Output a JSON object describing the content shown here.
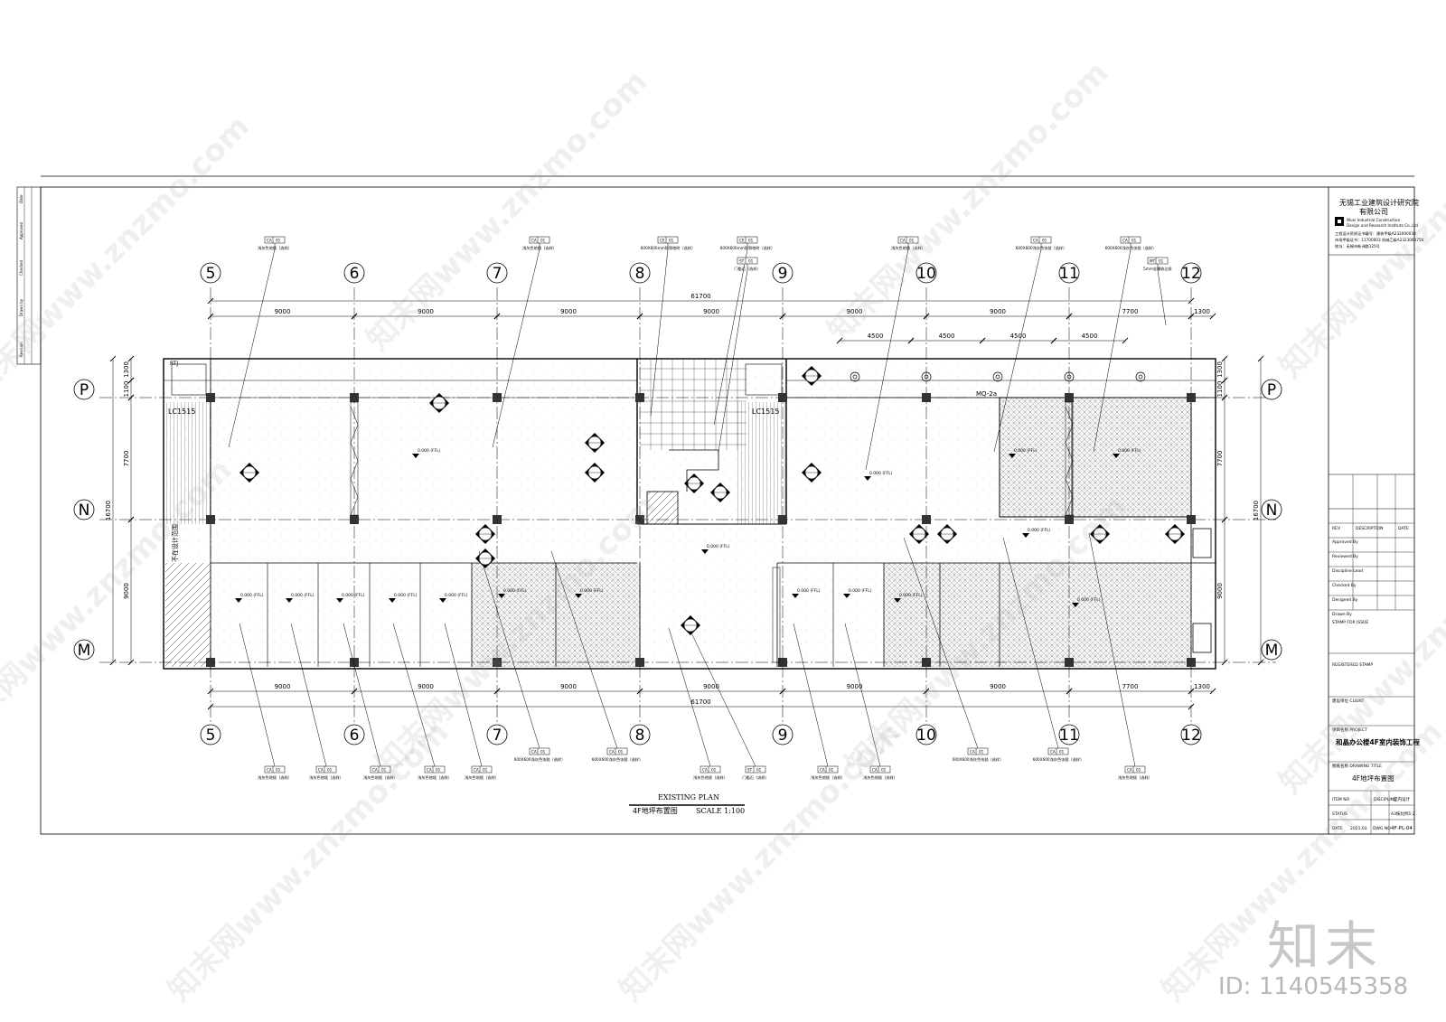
{
  "watermark": {
    "site": "www.znzmo.com",
    "brand": "知末",
    "id_label": "ID: 1140545358",
    "logo_text": "知末网"
  },
  "plan": {
    "title_en": "EXISTING PLAN",
    "title_cn": "4F地坪布置图",
    "scale": "SCALE 1:100",
    "axes_numeric": [
      "5",
      "6",
      "7",
      "8",
      "9",
      "10",
      "11",
      "12"
    ],
    "axes_alpha": [
      "P",
      "N",
      "M"
    ],
    "top_total": "61700",
    "bottom_total": "61700",
    "top_spans": [
      "9000",
      "9000",
      "9000",
      "9000",
      "9000",
      "9000",
      "7700",
      "1300"
    ],
    "bottom_spans": [
      "9000",
      "9000",
      "9000",
      "9000",
      "9000",
      "7700",
      "1300"
    ],
    "sub_spans": [
      "4500",
      "4500",
      "4500",
      "4500"
    ],
    "left_total": "16700",
    "left_spans": [
      "1300",
      "1100",
      "7700",
      "9000"
    ],
    "right_total": "16700",
    "right_spans": [
      "1300",
      "1100",
      "7700",
      "9000"
    ],
    "room_labels": {
      "stair": "LC1515",
      "mq": "MQ-2a",
      "sidebar": "不在设计范围",
      "rtj": "RTJ"
    },
    "levels": [
      "0.000 (FFL)"
    ],
    "callouts_top": [
      {
        "code": "CA",
        "no": "01",
        "desc": "浅灰色地毯（选样）"
      },
      {
        "code": "CA",
        "no": "01",
        "desc": "浅灰色地毯（选样）"
      },
      {
        "code": "CE",
        "no": "01",
        "desc": "600X600mm防滑地砖（选样）"
      },
      {
        "code": "CE",
        "no": "01",
        "desc": "600X600mm防滑地砖（选样）"
      },
      {
        "code": "ST",
        "no": "01",
        "desc": "门槛石（选样）"
      },
      {
        "code": "CA",
        "no": "01",
        "desc": "浅灰色地毯（选样）"
      },
      {
        "code": "CA",
        "no": "01",
        "desc": "600X600浅灰色块毯（选样）"
      },
      {
        "code": "CA",
        "no": "01",
        "desc": "600X600浅灰色块毯（选样）"
      },
      {
        "code": "MT",
        "no": "01",
        "desc": "5mm金属收边条"
      }
    ],
    "callouts_bottom": [
      {
        "code": "CA",
        "no": "01",
        "desc": "浅灰色地毯（选样）"
      },
      {
        "code": "CA",
        "no": "01",
        "desc": "浅灰色地毯（选样）"
      },
      {
        "code": "CA",
        "no": "01",
        "desc": "浅灰色地毯（选样）"
      },
      {
        "code": "CA",
        "no": "01",
        "desc": "浅灰色地毯（选样）"
      },
      {
        "code": "CA",
        "no": "01",
        "desc": "浅灰色地毯（选样）"
      },
      {
        "code": "CA",
        "no": "01",
        "desc": "600X600浅灰色块毯（选样）"
      },
      {
        "code": "CA",
        "no": "01",
        "desc": "600X600浅灰色块毯（选样）"
      },
      {
        "code": "CA",
        "no": "01",
        "desc": "浅灰色地毯（选样）"
      },
      {
        "code": "ST",
        "no": "01",
        "desc": "门槛石（选样）"
      },
      {
        "code": "CA",
        "no": "01",
        "desc": "浅灰色地毯（选样）"
      },
      {
        "code": "CA",
        "no": "01",
        "desc": "浅灰色地毯（选样）"
      },
      {
        "code": "CA",
        "no": "01",
        "desc": "600X600浅灰色块毯（选样）"
      },
      {
        "code": "CA",
        "no": "01",
        "desc": "600X600浅灰色块毯（选样）"
      },
      {
        "code": "CA",
        "no": "01",
        "desc": "浅灰色地毯（选样）"
      }
    ]
  },
  "title_block": {
    "company_cn": "无锡工业建筑设计研究院",
    "company_cn2": "有限公司",
    "company_en": "Wuxi Industrial Construction",
    "company_en2": "Design and Research Institute Co.,Ltd",
    "cert1": "工程设计资质证书编号：建筑甲级A232000038",
    "cert2": "市场甲级证书：11700003  机械乙级A2323003756",
    "address": "地址：无锡市新洲路125号",
    "rows": [
      "REV",
      "DESCRIPTION",
      "DATE",
      "Approved By",
      "Reviewed By",
      "Discipline Lead",
      "Checked By",
      "Designed By",
      "Drawn By"
    ],
    "stamp_for_issue": "STAMP FOR ISSUE",
    "registered_stamp": "REGISTERED STAMP",
    "client_label": "建设单位 CLIENT",
    "project_label": "项目名称 PROJECT",
    "project_name": "和晶办公楼4F室内装饰工程",
    "drawing_title_label": "图纸名称 DRAWING TITLE",
    "drawing_title": "4F地坪布置图",
    "item_no": "ITEM NO",
    "discipline": "DISCIPLINE",
    "status": "STATUS",
    "scale_val": "A3按比例1:2",
    "date_label": "DATE",
    "date_val": "2021.03",
    "dwg_no_label": "DWG NO",
    "dwg_no": "4F-PL-04",
    "design_spec": "室内设计"
  },
  "left_strip": [
    "Revision",
    "Drawn by",
    "Checked",
    "Approved",
    "Date"
  ],
  "colors": {
    "line": "#000000",
    "hatch": "#8a8a8a",
    "column": "#333333",
    "watermark": "#9a9a9a"
  }
}
